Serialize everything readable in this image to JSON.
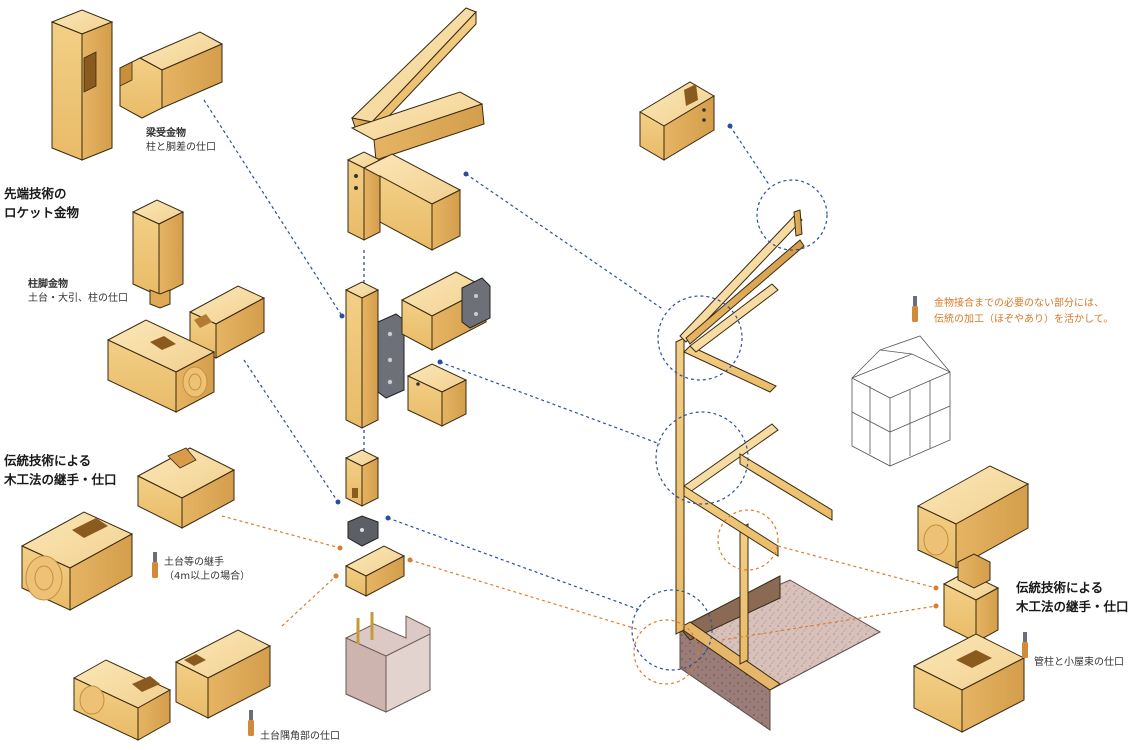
{
  "labels": {
    "beam_hardware_title": "梁受金物",
    "beam_hardware_desc": "柱と胴差の仕口",
    "rocket_line1": "先端技術の",
    "rocket_line2": "ロケット金物",
    "column_base_title": "柱脚金物",
    "column_base_desc": "土台・大引、柱の仕口",
    "traditional_left_line1": "伝統技術による",
    "traditional_left_line2": "木工法の継手・仕口",
    "sill_joint_line1": "土台等の継手",
    "sill_joint_line2": "（4m以上の場合）",
    "sill_corner": "土台隅角部の仕口",
    "note_line1": "金物接合までの必要のない部分には、",
    "note_line2": "伝統の加工（ほぞやあり）を活かして。",
    "traditional_right_line1": "伝統技術による",
    "traditional_right_line2": "木工法の継手・仕口",
    "post_joint": "管柱と小屋束の仕口"
  },
  "colors": {
    "wood_light": "#f6dca0",
    "wood_mid": "#eec679",
    "wood_dark": "#d9a550",
    "blue_leader": "#2b4f9e",
    "orange_leader": "#e07b2a",
    "metal": "#6d7078",
    "concrete": "#d9c4c0"
  },
  "icons": [
    "chisel-icon",
    "wood-block-icon",
    "metal-bracket-icon",
    "house-frame-icon"
  ]
}
